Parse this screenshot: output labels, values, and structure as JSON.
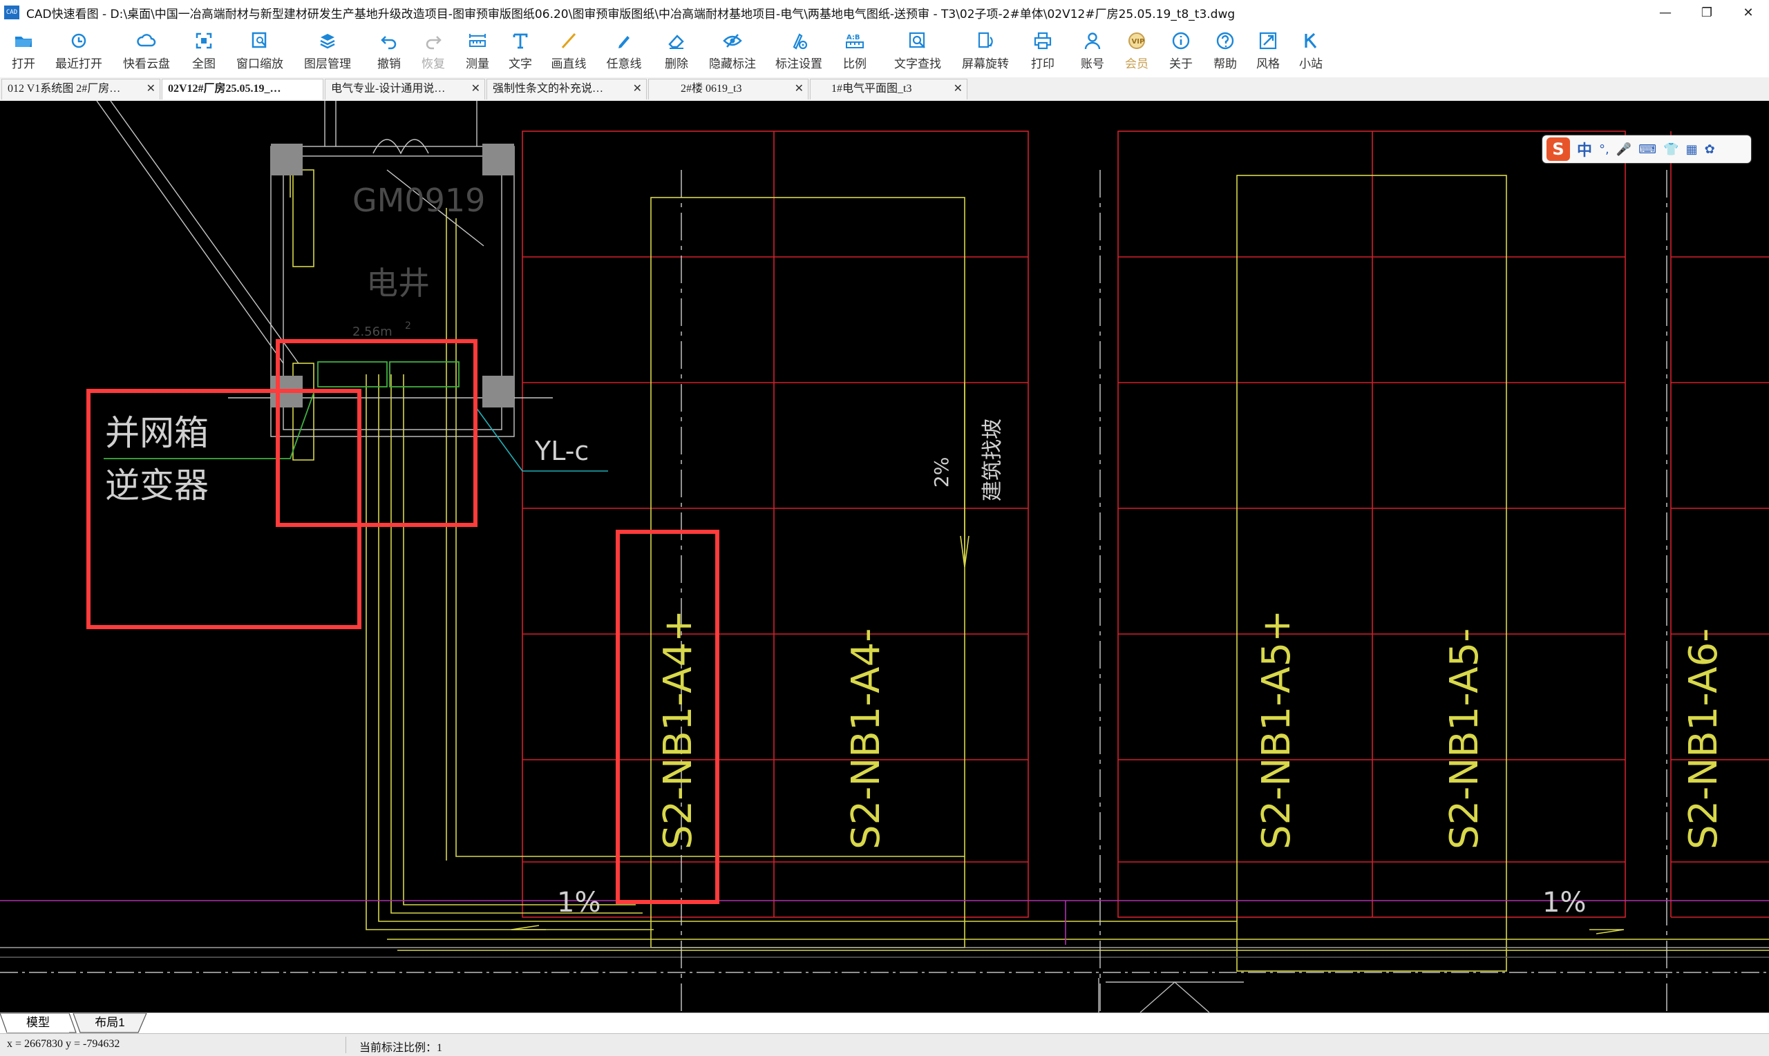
{
  "app": {
    "logo_text": "CAD",
    "title": "CAD快速看图 - D:\\桌面\\中国一冶高端耐材与新型建材研发生产基地升级改造项目-图审预审版图纸06.20\\图审预审版图纸\\中冶高端耐材基地项目-电气\\两基地电气图纸-送预审 - T3\\02子项-2#单体\\02V12#厂房25.05.19_t8_t3.dwg"
  },
  "toolbar": [
    {
      "label": "打开",
      "icon": "folder-open-icon"
    },
    {
      "label": "最近打开",
      "icon": "history-icon"
    },
    {
      "label": "快看云盘",
      "icon": "cloud-icon"
    },
    {
      "label": "全图",
      "icon": "fit-all-icon"
    },
    {
      "label": "窗口缩放",
      "icon": "zoom-window-icon"
    },
    {
      "label": "图层管理",
      "icon": "layers-icon"
    },
    {
      "label": "撤销",
      "icon": "undo-icon"
    },
    {
      "label": "恢复",
      "icon": "redo-icon"
    },
    {
      "label": "测量",
      "icon": "measure-icon"
    },
    {
      "label": "文字",
      "icon": "text-icon"
    },
    {
      "label": "画直线",
      "icon": "line-icon"
    },
    {
      "label": "任意线",
      "icon": "freehand-icon"
    },
    {
      "label": "删除",
      "icon": "eraser-icon"
    },
    {
      "label": "隐藏标注",
      "icon": "hide-eye-icon"
    },
    {
      "label": "标注设置",
      "icon": "annotation-settings-icon"
    },
    {
      "label": "比例",
      "icon": "scale-icon"
    },
    {
      "label": "文字查找",
      "icon": "text-search-icon"
    },
    {
      "label": "屏幕旋转",
      "icon": "rotate-screen-icon"
    },
    {
      "label": "打印",
      "icon": "printer-icon"
    },
    {
      "label": "账号",
      "icon": "user-icon"
    },
    {
      "label": "会员",
      "icon": "vip-icon"
    },
    {
      "label": "关于",
      "icon": "info-icon"
    },
    {
      "label": "帮助",
      "icon": "help-icon"
    },
    {
      "label": "风格",
      "icon": "style-icon"
    },
    {
      "label": "小站",
      "icon": "k-station-icon"
    }
  ],
  "tabs": [
    {
      "label": "012 V1系统图 2#厂房…",
      "active": false
    },
    {
      "label": "02V12#厂房25.05.19_…",
      "active": true
    },
    {
      "label": "电气专业-设计通用说…",
      "active": false
    },
    {
      "label": "强制性条文的补充说…",
      "active": false
    },
    {
      "label": "2#楼 0619_t3",
      "active": false
    },
    {
      "label": "1#电气平面图_t3",
      "active": false
    }
  ],
  "drawing": {
    "texts": {
      "gm": "GM0919",
      "shaft": "电井",
      "grid_box": "并网箱",
      "inverter": "逆变器",
      "yl": "YL-c",
      "slope_2": "2%",
      "slope_label": "建筑找坡",
      "slope_1_left": "1%",
      "slope_1_right": "1%",
      "a4p": "S2-NB1-A4+",
      "a4m": "S2-NB1-A4-",
      "a5p": "S2-NB1-A5+",
      "a5m": "S2-NB1-A5-",
      "a6m": "S2-NB1-A6-",
      "small_1": "2.56m",
      "small_2": "2"
    },
    "colors": {
      "background": "#000000",
      "red_grid": "#d2202a",
      "yellow": "#d8d84a",
      "white": "#d0d0d0",
      "gray": "#8a8a8a",
      "green": "#40b040",
      "cyan": "#20b0b8",
      "magenta": "#b030b0",
      "highlight": "#ff3b3b"
    }
  },
  "ime": {
    "logo": "S",
    "mode": "中",
    "punct": "°,",
    "mic": "🎤",
    "kbd": "⌨",
    "skin": "👕",
    "apps": "▦",
    "tools": "✿"
  },
  "layout_tabs": [
    {
      "label": "模型",
      "active": true
    },
    {
      "label": "布局1",
      "active": false
    }
  ],
  "status": {
    "coords": "x = 2667830 y = -794632",
    "scale": "当前标注比例：1"
  }
}
